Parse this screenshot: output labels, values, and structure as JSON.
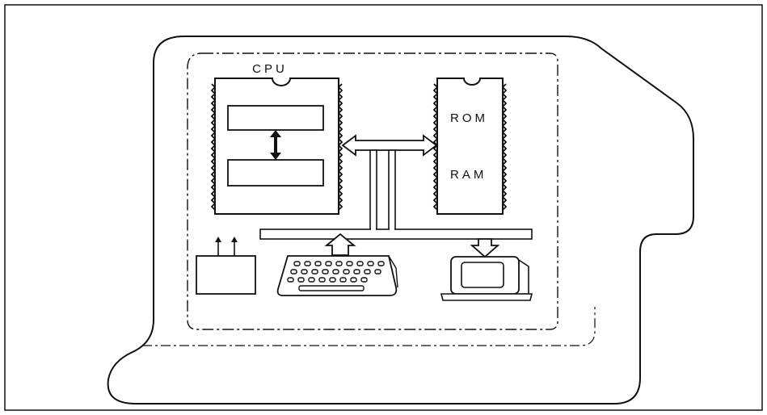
{
  "diagram": {
    "cpu_label": "CPU",
    "rom_label": "ROM",
    "ram_label": "RAM",
    "components": [
      "cpu-chip",
      "memory-chip",
      "power-supply",
      "keyboard",
      "monitor",
      "system-bus"
    ],
    "colors": {
      "ink": "#111111",
      "paper": "#ffffff"
    }
  }
}
